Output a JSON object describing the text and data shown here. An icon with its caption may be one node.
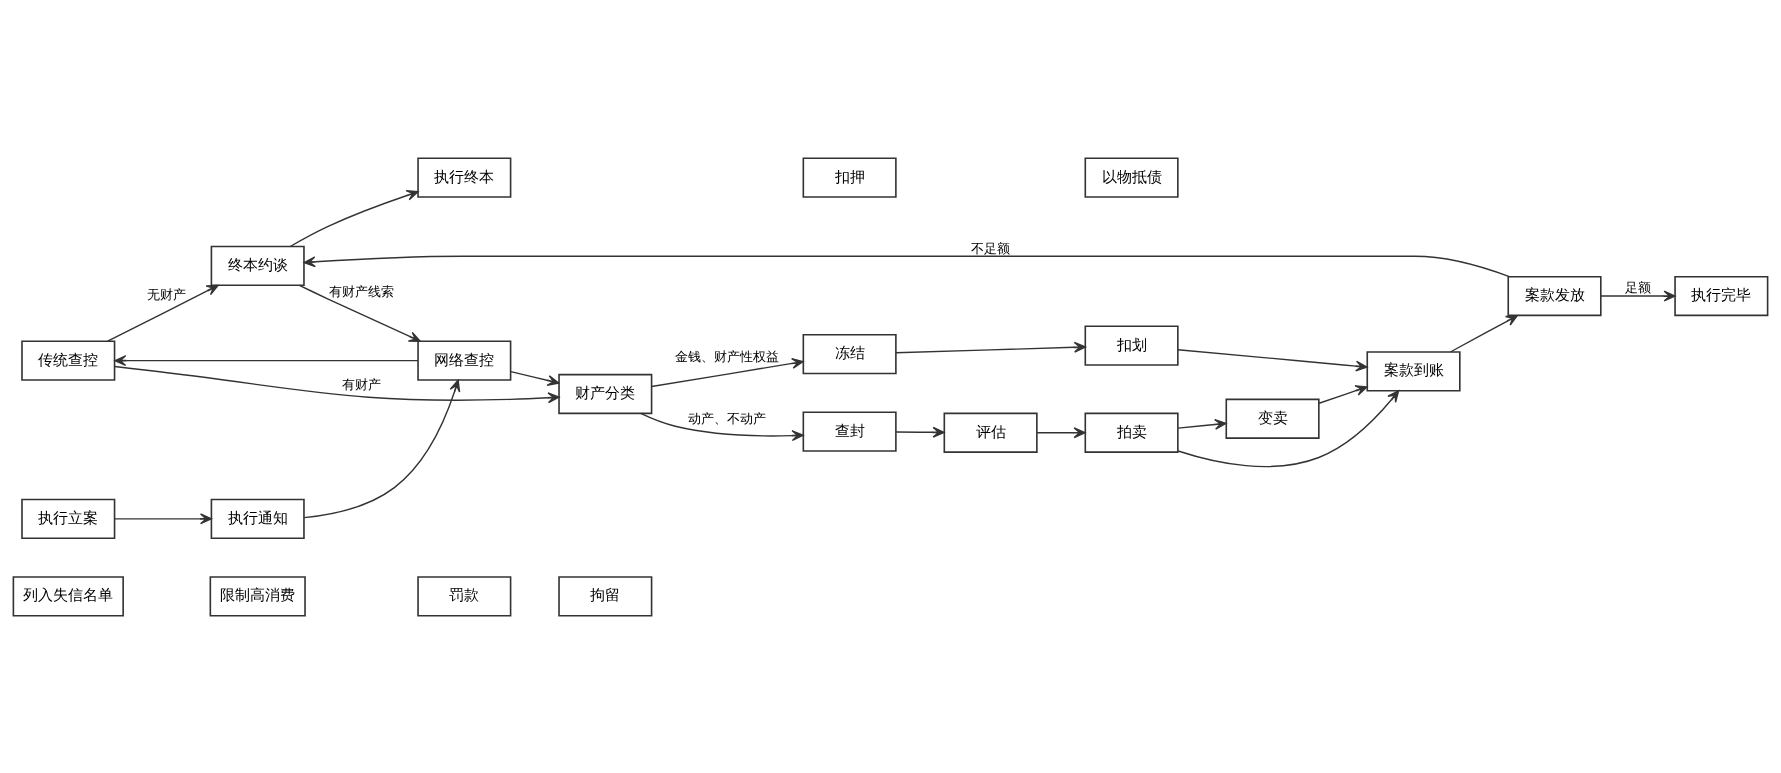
{
  "diagram": {
    "nodes": [
      {
        "text": [
          "列入失信名单"
        ]
      },
      {
        "text": [
          "限制高消费"
        ]
      },
      {
        "text": [
          "罚款"
        ]
      },
      {
        "text": [
          "拘留"
        ]
      },
      {
        "text": [
          "传统查控"
        ]
      },
      {
        "text": [
          "执行立案"
        ]
      },
      {
        "text": [
          "执行通知"
        ]
      },
      {
        "text": [
          "网络查控"
        ]
      },
      {
        "text": [
          "终本约谈"
        ]
      },
      {
        "text": [
          "执行终本"
        ]
      },
      {
        "text": [
          "扣押"
        ]
      },
      {
        "text": [
          "拍卖"
        ]
      },
      {
        "text": [
          "变卖"
        ]
      },
      {
        "text": [
          "查封"
        ]
      },
      {
        "text": [
          "评估"
        ]
      },
      {
        "text": [
          "以物抵债"
        ]
      },
      {
        "text": [
          "案款到账"
        ]
      },
      {
        "text": [
          "案款发放"
        ]
      },
      {
        "text": [
          "财产分类"
        ]
      },
      {
        "text": [
          "执行完毕"
        ]
      },
      {
        "text": [
          "冻结"
        ]
      },
      {
        "text": [
          "扣划"
        ]
      }
    ],
    "edges": [
      {
        "from": 5,
        "to": 6,
        "arrow": "to"
      },
      {
        "from": 6,
        "to": 7,
        "arrow": "to"
      },
      {
        "from": 7,
        "to": 4,
        "arrow": "to"
      },
      {
        "from": 7,
        "to": 18,
        "arrow": "to"
      },
      {
        "from": 4,
        "to": 8,
        "arrow": "to",
        "label": "无财产"
      },
      {
        "from": 4,
        "to": 18,
        "arrow": "to",
        "label": "有财产"
      },
      {
        "from": 8,
        "to": 7,
        "arrow": "to",
        "label": "有财产线索"
      },
      {
        "from": 8,
        "to": 9,
        "arrow": "to"
      },
      {
        "from": 18,
        "to": 13,
        "arrow": "to",
        "label": "动产、不动产"
      },
      {
        "from": 18,
        "to": 20,
        "arrow": "to",
        "label": "金钱、财产性权益"
      },
      {
        "from": 13,
        "to": 14,
        "arrow": "to"
      },
      {
        "from": 14,
        "to": 11,
        "arrow": "to"
      },
      {
        "from": 11,
        "to": 12,
        "arrow": "to"
      },
      {
        "from": 11,
        "to": 16,
        "arrow": "to"
      },
      {
        "from": 12,
        "to": 16,
        "arrow": "to"
      },
      {
        "from": 20,
        "to": 21,
        "arrow": "to"
      },
      {
        "from": 21,
        "to": 16,
        "arrow": "to"
      },
      {
        "from": 16,
        "to": 17,
        "arrow": "to"
      },
      {
        "from": 17,
        "to": 8,
        "arrow": "to",
        "label": "不足额"
      },
      {
        "from": 17,
        "to": 19,
        "arrow": "to",
        "label": "足额"
      }
    ]
  }
}
